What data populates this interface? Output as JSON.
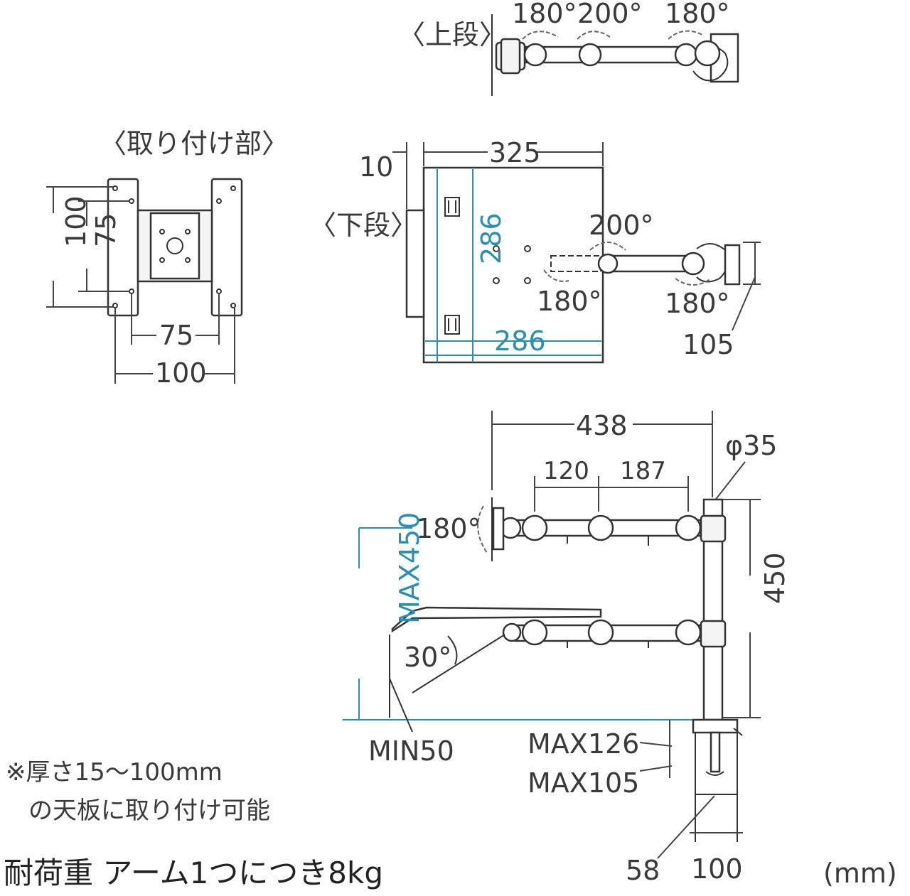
{
  "colors": {
    "ink": "#333333",
    "accent_blue": "#2a8fb5"
  },
  "top_view": {
    "title": "〈上段〉",
    "angles": [
      "180°",
      "200°",
      "180°"
    ]
  },
  "mount": {
    "title": "〈取り付け部〉",
    "dims": {
      "outer_v": "100",
      "inner_v": "75",
      "inner_h": "75",
      "outer_h": "100"
    }
  },
  "lower_view": {
    "title": "〈下段〉",
    "dims": {
      "offset": "10",
      "width": "325",
      "tray_v": "286",
      "tray_h": "286",
      "arm": "105"
    },
    "angles": {
      "joint_top": "200°",
      "joint_left": "180°",
      "joint_right": "180°"
    }
  },
  "side_view": {
    "dims": {
      "total_reach": "438",
      "seg1": "120",
      "seg2": "187",
      "pole_dia": "φ35",
      "tilt": "180°",
      "pole_height": "450",
      "max_height": "MAX450",
      "tray_tilt": "30°",
      "min_height": "MIN50",
      "clamp_open_max": "MAX126",
      "clamp_thick_max": "MAX105",
      "clamp_w1": "58",
      "clamp_w2": "100"
    }
  },
  "notes": {
    "thickness_line1": "※厚さ15〜100mm",
    "thickness_line2": "の天板に取り付け可能",
    "load": "耐荷重 アーム1つにつき8kg",
    "unit": "(mm)"
  }
}
